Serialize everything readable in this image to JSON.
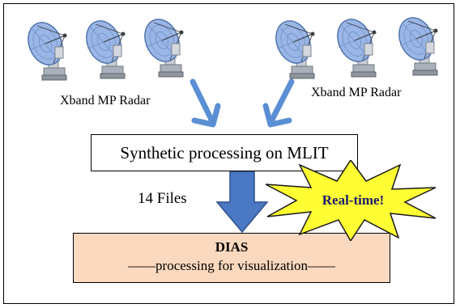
{
  "radars": {
    "left_label": "Xband MP Radar",
    "right_label": "Xband MP Radar"
  },
  "synthetic_box": {
    "text": "Synthetic processing on MLIT"
  },
  "transfer": {
    "files_label": "14 Files"
  },
  "callout": {
    "text": "Real-time!"
  },
  "dias_box": {
    "title": "DIAS",
    "subtitle": "——processing for visualization——"
  },
  "colors": {
    "arrow_blue": "#5b8fd4",
    "big_arrow_fill": "#4a78c2",
    "dias_fill": "#fbd9bf",
    "burst_fill": "#ffff33",
    "callout_text": "#1a1a6e",
    "dish": "#9ab6e6"
  }
}
